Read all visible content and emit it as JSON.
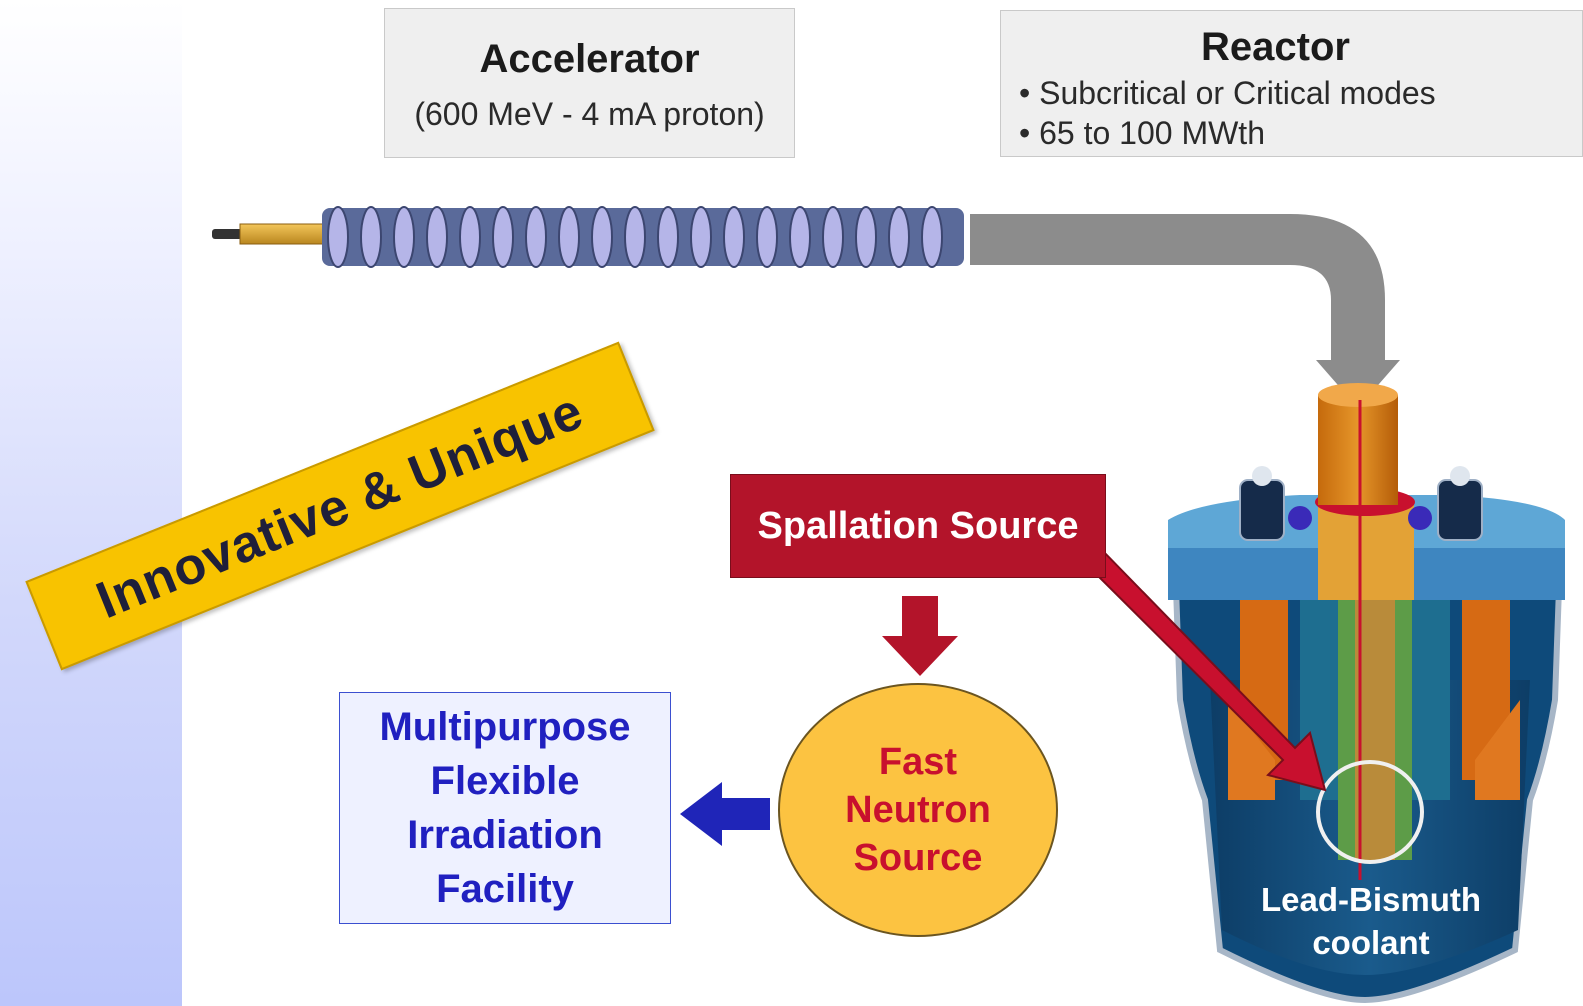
{
  "accelerator": {
    "title": "Accelerator",
    "subtitle": "(600 MeV - 4 mA proton)"
  },
  "reactor": {
    "title": "Reactor",
    "bullets": [
      "• Subcritical or Critical modes",
      "• 65 to 100 MWth"
    ]
  },
  "banner": {
    "text": "Innovative & Unique"
  },
  "spallation": {
    "label": "Spallation Source"
  },
  "fast_neutron": {
    "label": "Fast\nNeutron\nSource"
  },
  "facility": {
    "label": "Multipurpose\nFlexible\nIrradiation\nFacility"
  },
  "coolant": {
    "label": "Lead-Bismuth\ncoolant"
  },
  "colors": {
    "spallation_red": "#b3142a",
    "neutron_yellow": "#fcc341",
    "facility_blue": "#2020c0",
    "beam_arrow_grey": "#8c8c8c",
    "banner_yellow": "#f8c300"
  }
}
